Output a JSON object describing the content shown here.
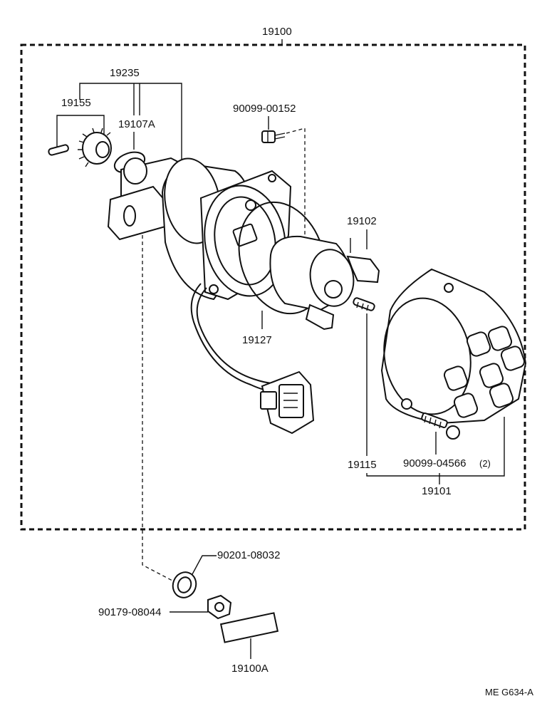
{
  "parts": {
    "assembly": "19100",
    "housing": "19235",
    "gear": "19155",
    "o_ring": "19107A",
    "screw_top": "90099-00152",
    "rotor_area": "19102",
    "breaker": "19127",
    "terminal": "19115",
    "cap_screw": "90099-04566",
    "cap_screw_qty": "(2)",
    "cap": "19101",
    "washer": "90201-08032",
    "nut": "90179-08044",
    "label_plate": "19100A"
  },
  "footer": {
    "code": "ME G634-A"
  }
}
